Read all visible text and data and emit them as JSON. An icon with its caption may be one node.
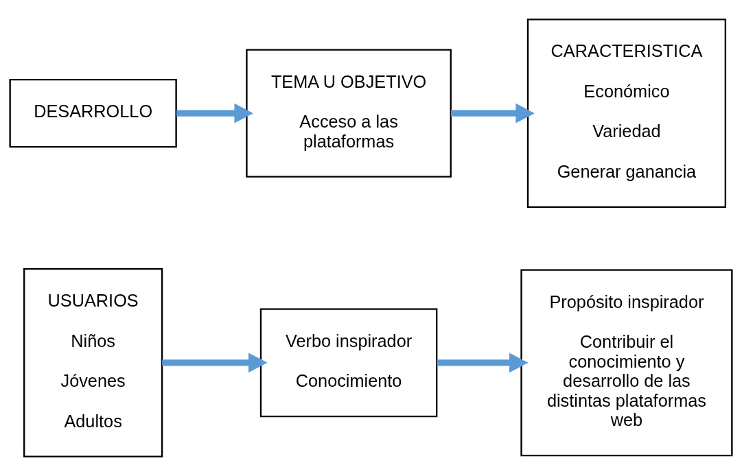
{
  "diagram": {
    "nodes": [
      {
        "text": [
          "DESARROLLO"
        ]
      },
      {
        "text": [
          "TEMA U OBJETIVO",
          "Acceso a las plataformas"
        ]
      },
      {
        "text": [
          "CARACTERISTICA",
          "Económico",
          "Variedad",
          "Generar ganancia"
        ]
      },
      {
        "text": [
          "USUARIOS",
          "Niños",
          "Jóvenes",
          "Adultos"
        ]
      },
      {
        "text": [
          "Verbo inspirador",
          "Conocimiento"
        ]
      },
      {
        "text": [
          "Propósito inspirador",
          "Contribuir el conocimiento y desarrollo de las distintas plataformas web"
        ]
      }
    ],
    "edges": [
      {
        "from": 0,
        "to": 1,
        "arrow": "to",
        "color": "#5b9bd5"
      },
      {
        "from": 1,
        "to": 2,
        "arrow": "to",
        "color": "#5b9bd5"
      },
      {
        "from": 3,
        "to": 4,
        "arrow": "to",
        "color": "#5b9bd5"
      },
      {
        "from": 4,
        "to": 5,
        "arrow": "to",
        "color": "#5b9bd5"
      }
    ]
  }
}
